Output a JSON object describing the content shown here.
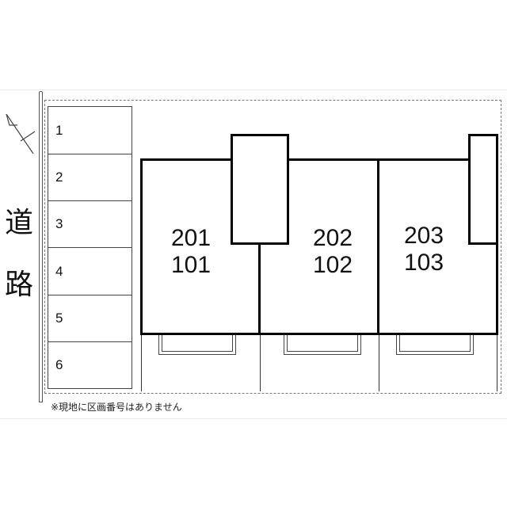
{
  "diagram": {
    "type": "site-plan",
    "road_label_chars": [
      "道",
      "路"
    ],
    "parking": {
      "slots": [
        {
          "number": "1"
        },
        {
          "number": "2"
        },
        {
          "number": "3"
        },
        {
          "number": "4"
        },
        {
          "number": "5"
        },
        {
          "number": "6"
        }
      ]
    },
    "building": {
      "units": [
        {
          "upper": "201",
          "lower": "101"
        },
        {
          "upper": "202",
          "lower": "102"
        },
        {
          "upper": "203",
          "lower": "103"
        }
      ]
    },
    "note": "※現地に区画番号はありません",
    "compass": "north-arrow",
    "colors": {
      "line": "#000000",
      "thin_line": "#444444",
      "background": "#ffffff"
    }
  }
}
